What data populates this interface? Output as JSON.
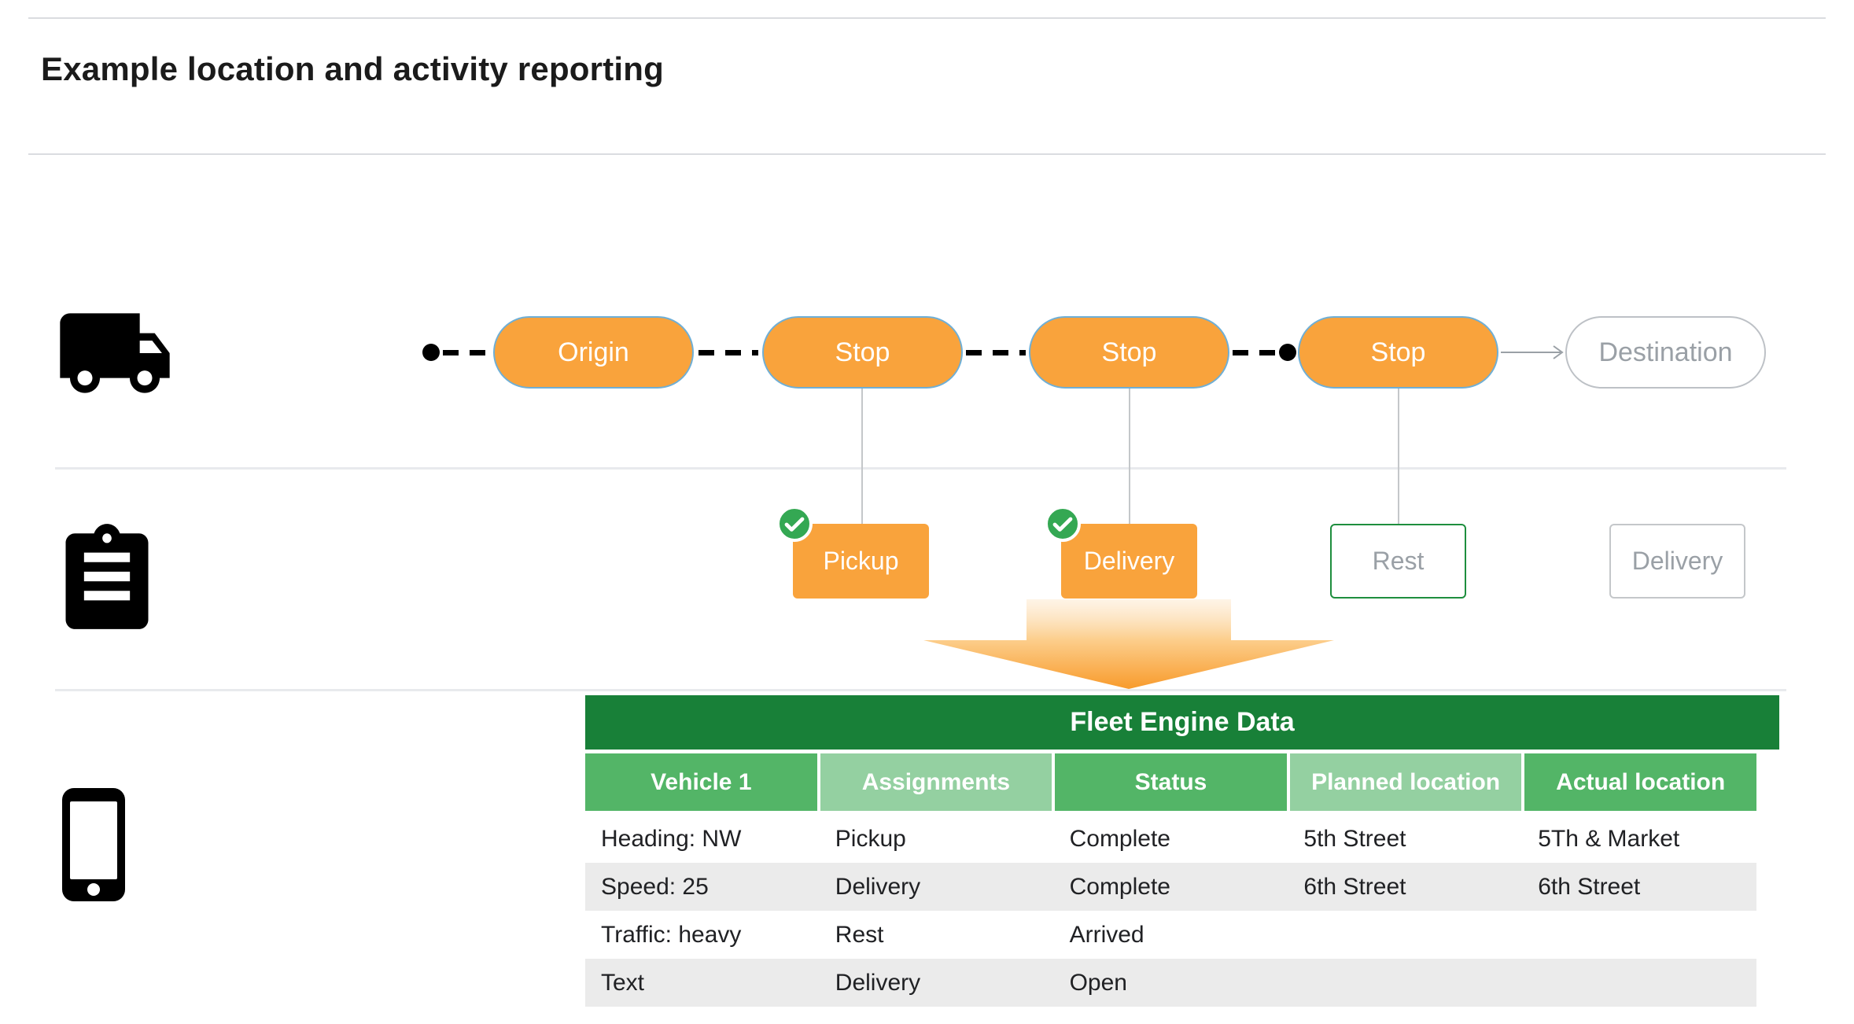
{
  "page": {
    "title": "Example location and activity reporting"
  },
  "route": {
    "nodes": [
      {
        "label": "Origin",
        "state": "active"
      },
      {
        "label": "Stop",
        "state": "active"
      },
      {
        "label": "Stop",
        "state": "active"
      },
      {
        "label": "Stop",
        "state": "active"
      },
      {
        "label": "Destination",
        "state": "inactive"
      }
    ]
  },
  "activities": {
    "items": [
      {
        "label": "Pickup",
        "state": "complete"
      },
      {
        "label": "Delivery",
        "state": "complete"
      },
      {
        "label": "Rest",
        "state": "current"
      },
      {
        "label": "Delivery",
        "state": "planned"
      }
    ]
  },
  "table": {
    "title": "Fleet Engine Data",
    "columns": [
      "Vehicle 1",
      "Assignments",
      "Status",
      "Planned location",
      "Actual location"
    ],
    "rows": [
      [
        "Heading: NW",
        "Pickup",
        "Complete",
        "5th Street",
        "5Th & Market"
      ],
      [
        "Speed: 25",
        "Delivery",
        "Complete",
        "6th Street",
        "6th Street"
      ],
      [
        "Traffic: heavy",
        "Rest",
        "Arrived",
        "",
        ""
      ],
      [
        "Text",
        "Delivery",
        "Open",
        "",
        ""
      ]
    ]
  },
  "icons": {
    "truck": "truck-icon",
    "clipboard": "clipboard-icon",
    "smartphone": "smartphone-icon",
    "check": "check-icon",
    "down_arrow": "orange-down-arrow-icon",
    "destination_arrow": "destination-arrow-icon"
  },
  "colors": {
    "orange": "#F9A33C",
    "pill_border_blue": "#6FAFD6",
    "check_green": "#34A853",
    "table_title_green": "#188038",
    "column_green_medium": "#53B567",
    "column_green_light": "#94D0A1",
    "row_alt_gray": "#EBEBEB",
    "inactive_gray": "#9AA0A6",
    "rest_border_green": "#1E8E3E"
  }
}
